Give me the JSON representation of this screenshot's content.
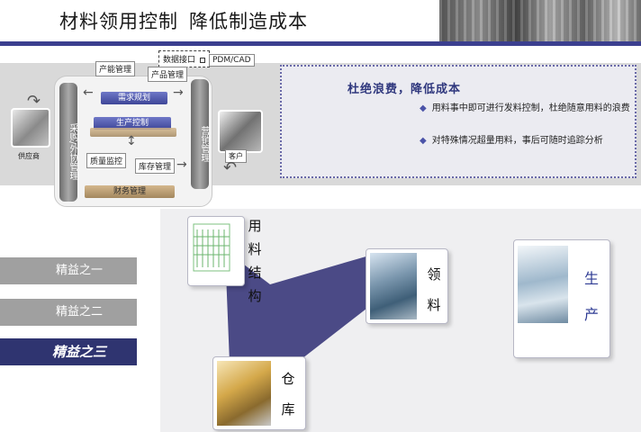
{
  "header": {
    "title_part1": "材料领用控制",
    "title_part2": "降低制造成本"
  },
  "diagram": {
    "node_data_interface": "数据接口",
    "node_pdm_cad": "PDM/CAD",
    "node_capacity_mgmt": "产能管理",
    "node_product_mgmt": "产品管理",
    "node_demand_planning": "需求规划",
    "node_production_control": "生产控制",
    "node_quality_inspection": "质量监控",
    "node_inventory_mgmt": "库存管理",
    "node_finance_mgmt": "财务管理",
    "left_bar": "采购/外协管理",
    "right_bar": "营销管理",
    "supplier_caption": "供应商",
    "customer_caption": "客户"
  },
  "callout": {
    "title": "杜绝浪费，降低成本",
    "bullet1": "用料事中即可进行发料控制，杜绝随意用料的浪费",
    "bullet2": "对特殊情况超量用料，事后可随时追踪分析"
  },
  "menu": {
    "item1": "精益之一",
    "item2": "精益之二",
    "item3": "精益之三"
  },
  "stations": {
    "structure": "用料结构",
    "pick": "领料",
    "production": "生产",
    "warehouse": "仓库"
  }
}
